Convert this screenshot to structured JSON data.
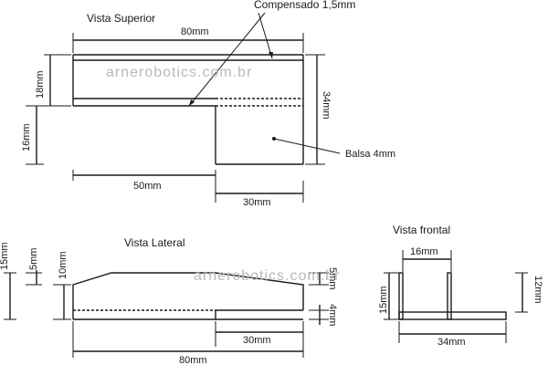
{
  "top_view": {
    "title": "Vista Superior",
    "plywood_label": "Compensado 1,5mm",
    "balsa_label": "Balsa 4mm",
    "dim_width": "80mm",
    "dim_left_height": "18mm",
    "dim_right_height": "34mm",
    "dim_lower_height": "16mm",
    "dim_bottom_left": "50mm",
    "dim_bottom_right": "30mm"
  },
  "side_view": {
    "title": "Vista Lateral",
    "dim_15": "15mm",
    "dim_5_left": "5mm",
    "dim_10": "10mm",
    "dim_5_right": "5mm",
    "dim_4": "4mm",
    "dim_30": "30mm",
    "dim_80": "80mm"
  },
  "front_view": {
    "title": "Vista frontal",
    "dim_16": "16mm",
    "dim_15": "15mm",
    "dim_12": "12mm",
    "dim_34": "34mm"
  },
  "watermark": "arnerobotics.com.br"
}
